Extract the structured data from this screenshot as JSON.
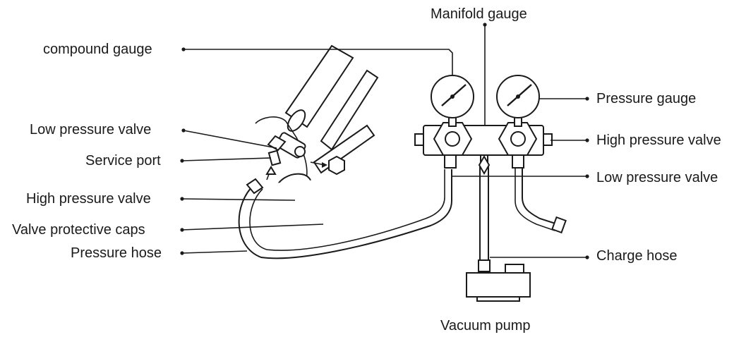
{
  "labels": {
    "manifold_gauge": "Manifold gauge",
    "compound_gauge": "compound gauge",
    "low_pressure_valve_left": "Low pressure valve",
    "service_port": "Service port",
    "high_pressure_valve_left": "High pressure valve",
    "valve_protective_caps": "Valve protective caps",
    "pressure_hose": "Pressure hose",
    "pressure_gauge": "Pressure gauge",
    "high_pressure_valve_right": "High pressure valve",
    "low_pressure_valve_right": "Low pressure valve",
    "charge_hose": "Charge hose",
    "vacuum_pump": "Vacuum pump"
  }
}
